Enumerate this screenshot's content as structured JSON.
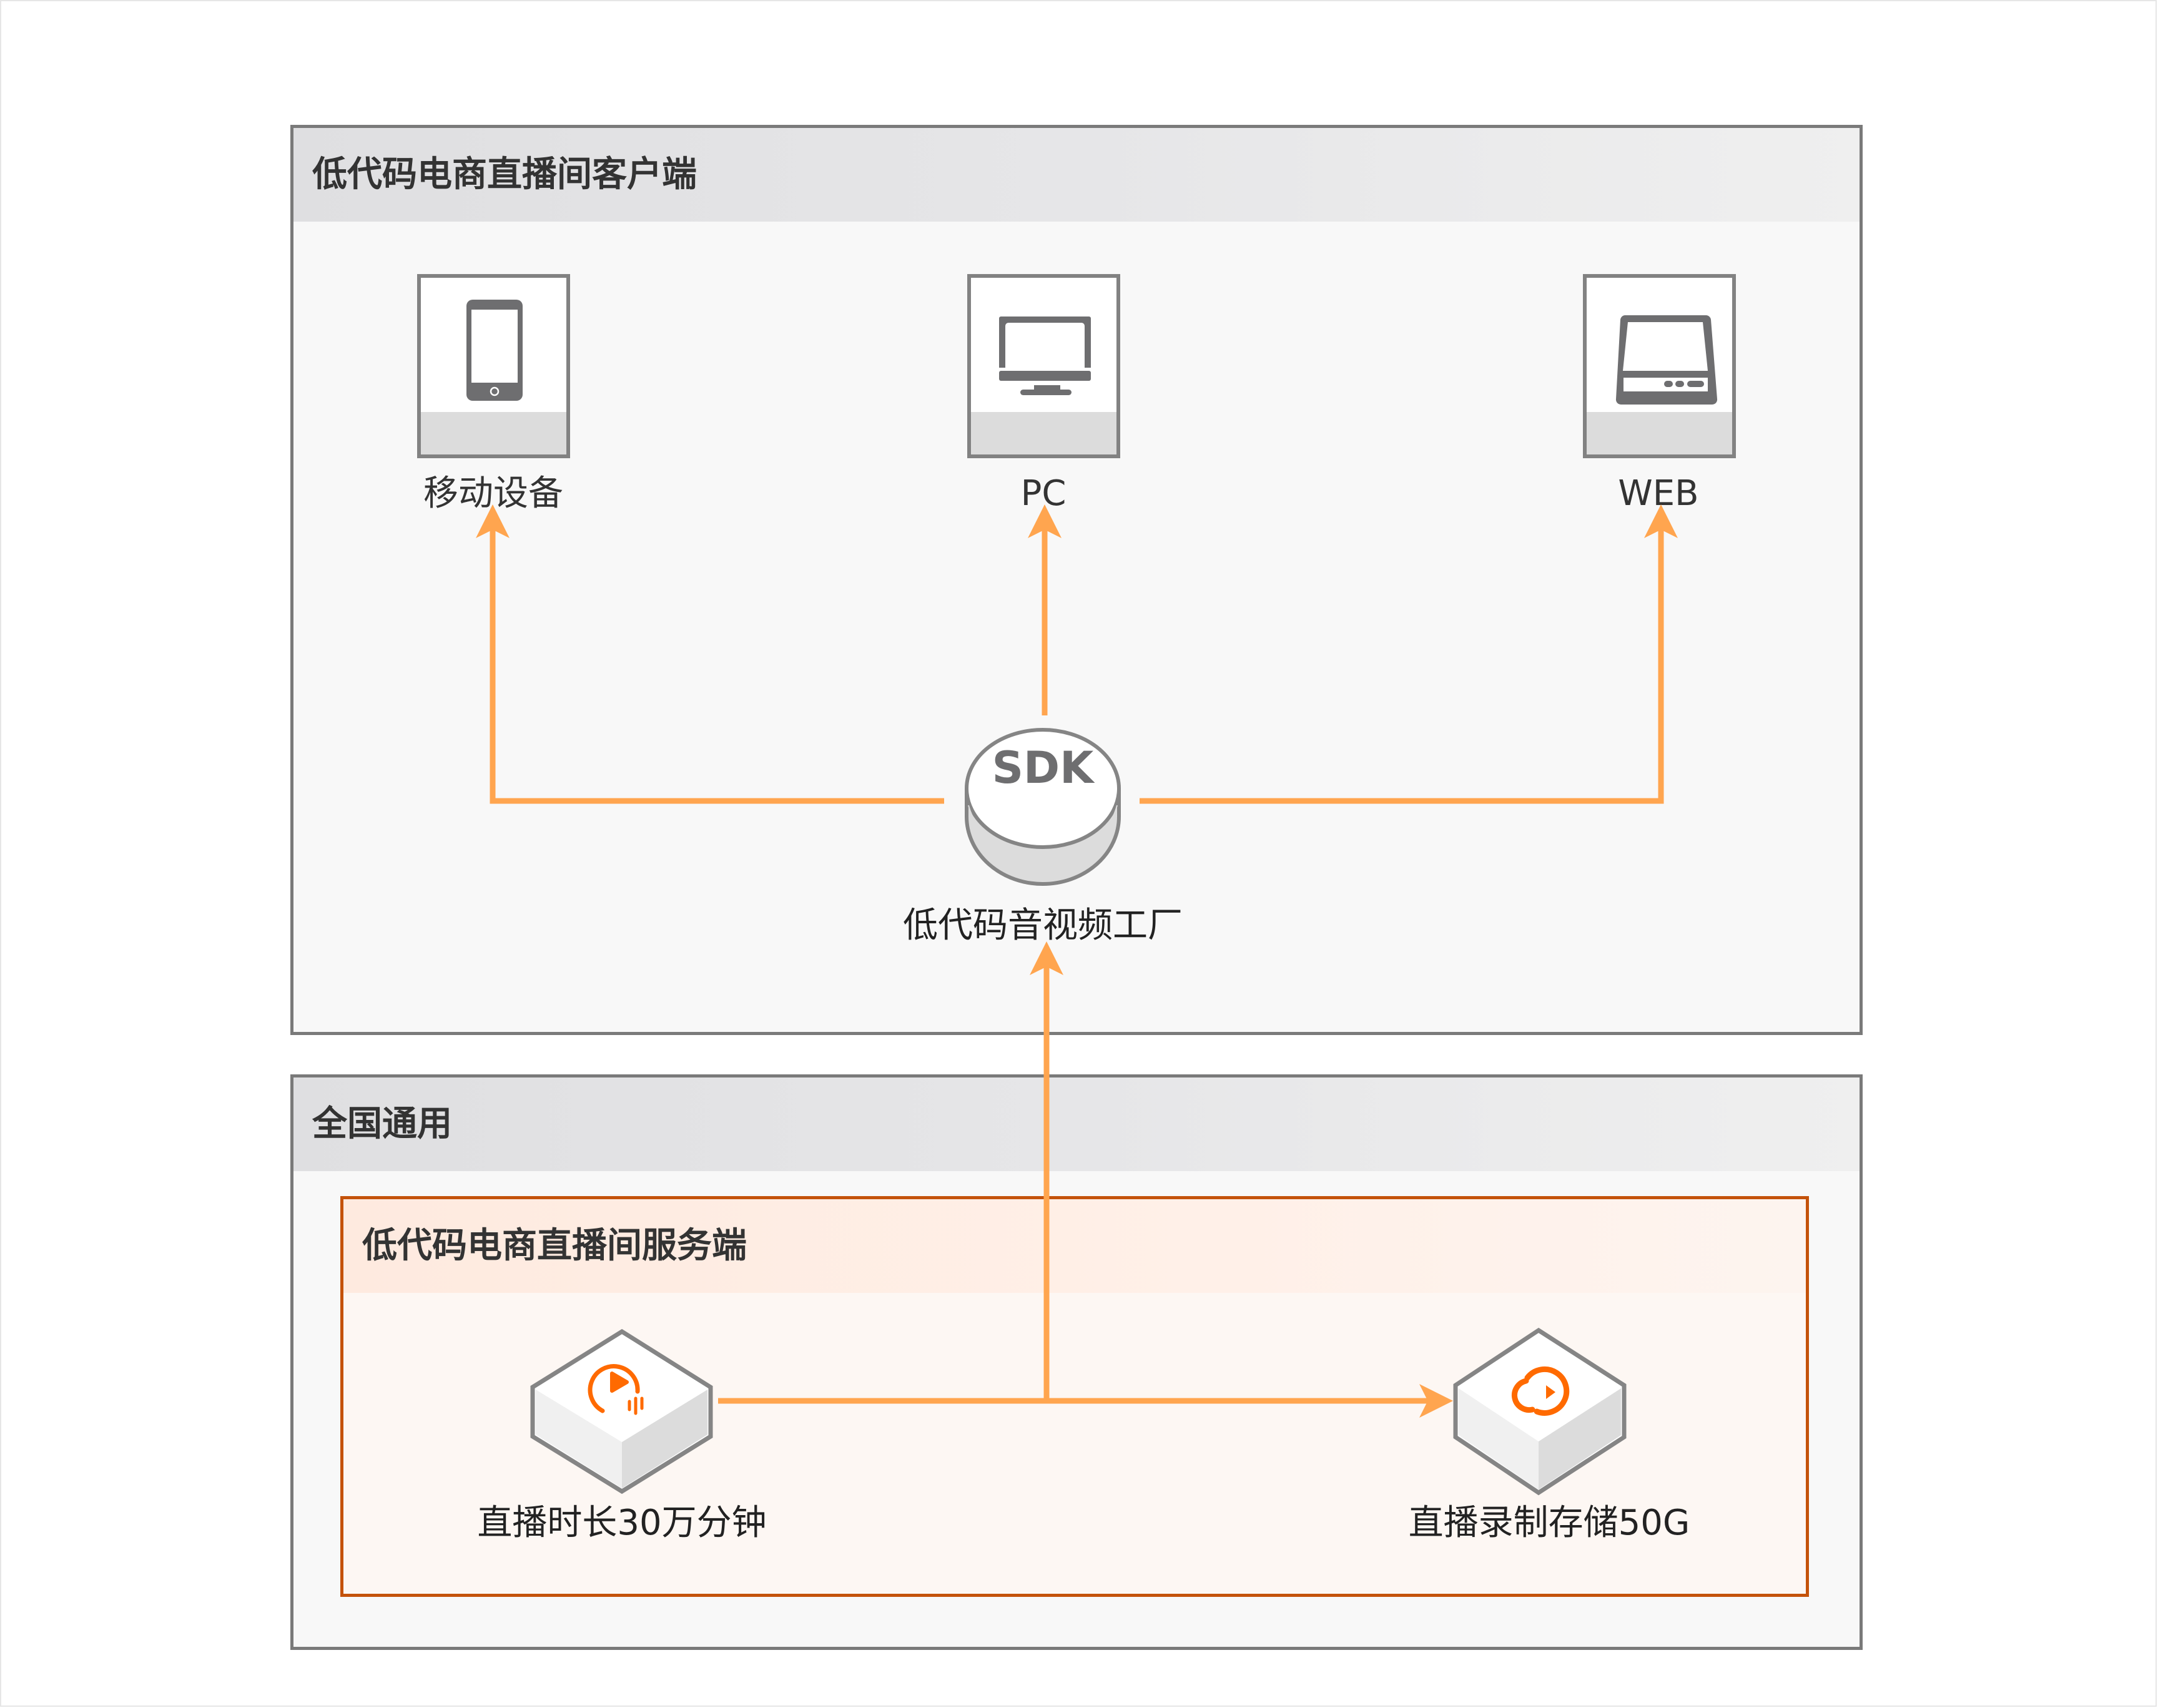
{
  "diagram": {
    "client_panel": {
      "title": "低代码电商直播间客户端",
      "devices": [
        {
          "label": "移动设备",
          "icon": "smartphone-icon"
        },
        {
          "label": "PC",
          "icon": "monitor-icon"
        },
        {
          "label": "WEB",
          "icon": "web-browser-icon"
        }
      ],
      "sdk": {
        "badge": "SDK",
        "label": "低代码音视频工厂"
      }
    },
    "national_panel": {
      "title": "全国通用",
      "server_box": {
        "title": "低代码电商直播间服务端",
        "nodes": [
          {
            "label": "直播时长30万分钟",
            "icon": "live-play-icon"
          },
          {
            "label": "直播录制存储50G",
            "icon": "cloud-record-icon"
          }
        ]
      }
    },
    "colors": {
      "arrow": "#ffa54f",
      "icon_orange": "#ff6a00",
      "server_border": "#c4520a",
      "panel_border": "#7a7a7a"
    }
  }
}
